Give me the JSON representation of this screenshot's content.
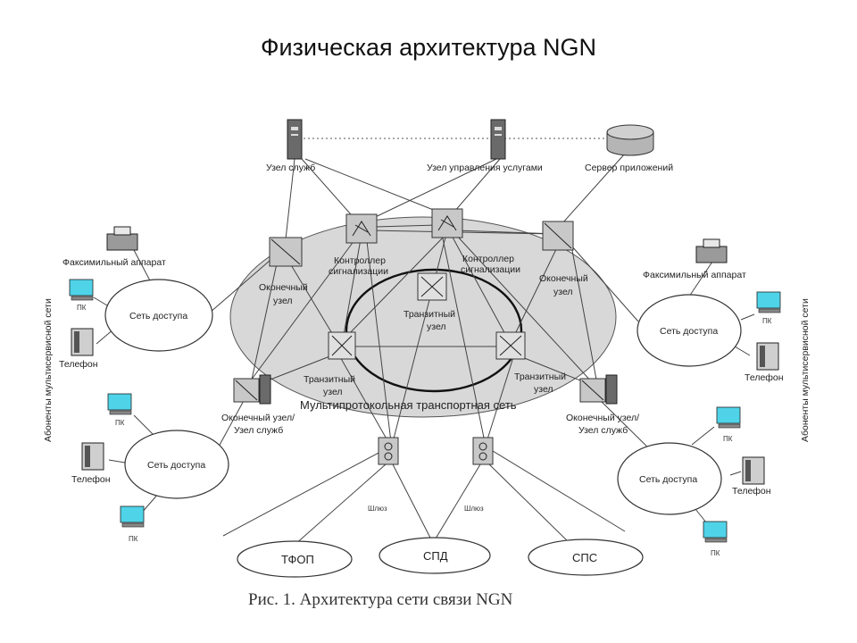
{
  "title": "Физическая архитектура NGN",
  "caption": "Рис. 1. Архитектура сети связи NGN",
  "labels": {
    "service_node_top": "Узел служб",
    "service_control_node": "Узел управления услугами",
    "app_server": "Сервер приложений",
    "controller_left_1": "Контроллер",
    "controller_left_2": "сигнализации",
    "controller_right_1": "Контроллер",
    "controller_right_2": "сигнализации",
    "edge_left_1": "Оконечный",
    "edge_left_2": "узел",
    "edge_right_1": "Оконечный",
    "edge_right_2": "узел",
    "transit_center_1": "Транзитный",
    "transit_center_2": "узел",
    "transit_left_1": "Транзитный",
    "transit_left_2": "узел",
    "transit_right_1": "Транзитный",
    "transit_right_2": "узел",
    "transport_net": "Мультипротокольная транспортная сеть",
    "edge_service_left_1": "Оконечный узел/",
    "edge_service_left_2": "Узел служб",
    "edge_service_right_1": "Оконечный узел/",
    "edge_service_right_2": "Узел служб",
    "gateway_left": "Шлюз",
    "gateway_right": "Шлюз",
    "access_net_tl": "Сеть доступа",
    "access_net_bl": "Сеть доступа",
    "access_net_tr": "Сеть доступа",
    "access_net_br": "Сеть доступа",
    "fax_left": "Факсимильный аппарат",
    "fax_right": "Факсимильный аппарат",
    "pc_1": "ПК",
    "pc_2": "ПК",
    "pc_3": "ПК",
    "pc_4": "ПК",
    "pc_5": "ПК",
    "pc_6": "ПК",
    "phone_1": "Телефон",
    "phone_2": "Телефон",
    "phone_3": "Телефон",
    "phone_4": "Телефон",
    "tfop": "ТФОП",
    "spd": "СПД",
    "sps": "СПС",
    "side_left": "Абоненты мультисервисной сети",
    "side_right": "Абоненты мультисервисной сети"
  }
}
